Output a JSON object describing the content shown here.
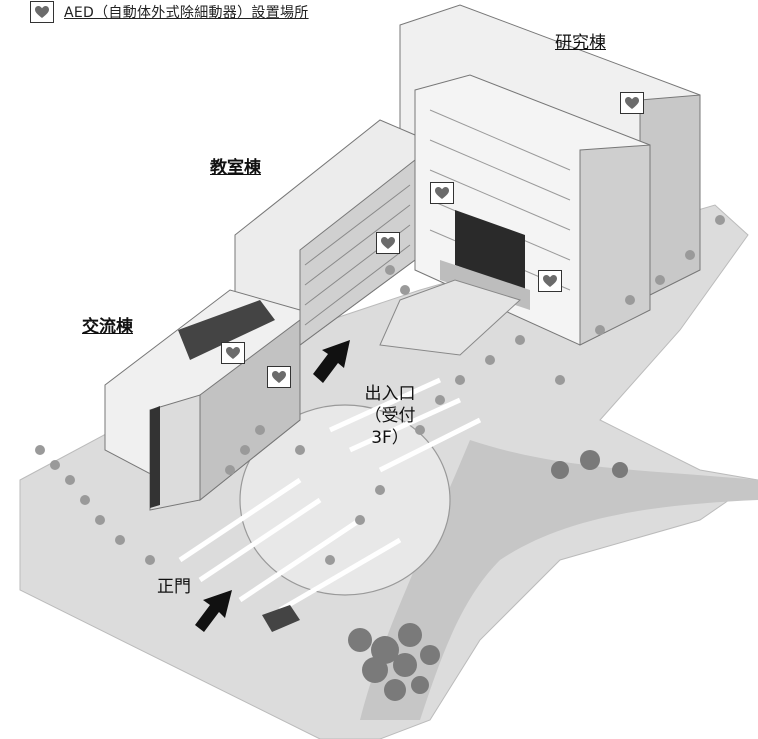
{
  "legend": {
    "icon": "heart-icon",
    "text": "AED（自動体外式除細動器）設置場所"
  },
  "buildings": {
    "research": "研究棟",
    "classroom": "教室棟",
    "exchange": "交流棟"
  },
  "entrance": {
    "line1": "出入口",
    "line2": "（受付 3F）"
  },
  "main_gate": "正門",
  "colors": {
    "aed_heart": "#6b6b6b",
    "arrow": "#111111",
    "ground": "#d6d6d6",
    "tree": "#9a9a9a"
  }
}
